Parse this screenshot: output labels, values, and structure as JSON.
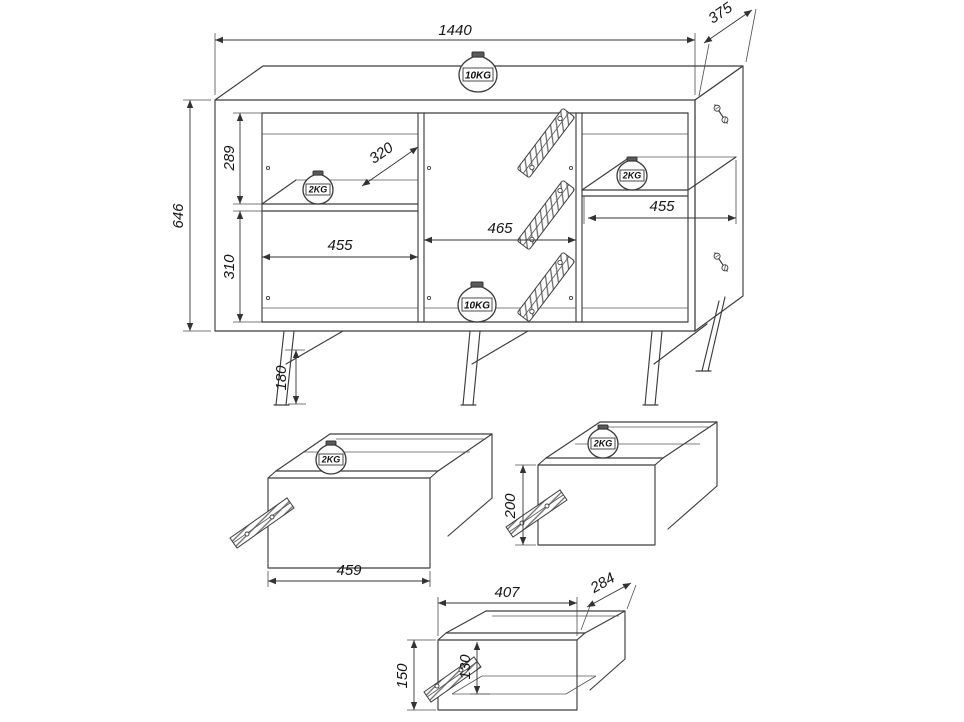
{
  "dimensions": {
    "overall_width": "1440",
    "overall_depth": "375",
    "body_height": "646",
    "upper_compartment_height": "289",
    "lower_compartment_height": "310",
    "shelf_depth": "320",
    "left_section_width": "455",
    "middle_section_width": "465",
    "right_section_width": "455",
    "leg_height": "180",
    "drawer_a_width": "459",
    "drawer_b_height": "200",
    "drawer_c_width": "407",
    "drawer_c_depth": "284",
    "drawer_c_height": "150",
    "drawer_c_inner_height": "130"
  },
  "load_labels": {
    "cabinet_top": "10KG",
    "left_shelf": "2KG",
    "right_shelf": "2KG",
    "cabinet_bottom": "10KG",
    "drawer_a": "2KG",
    "drawer_b": "2KG"
  },
  "colors": {
    "line": "#3d3d3d",
    "text": "#161616",
    "background": "#ffffff"
  }
}
